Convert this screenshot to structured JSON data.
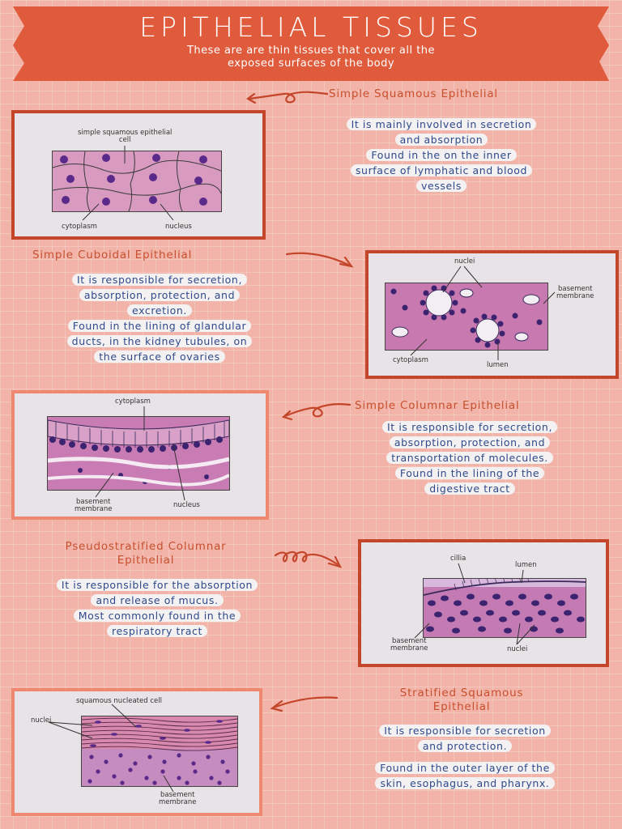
{
  "banner": {
    "title": "EPITHELIAL TISSUES",
    "subtitle_line1": "These are are thin tissues that cover all the",
    "subtitle_line2": "exposed surfaces of the body"
  },
  "colors": {
    "background": "#f2b3a8",
    "banner": "#e05a3c",
    "heading": "#c7502e",
    "body_text": "#2f4a8a",
    "frame_dark": "#c4462a",
    "frame_light": "#ef8870"
  },
  "sections": [
    {
      "heading": "Simple Squamous Epithelial",
      "text_lines": [
        "It is mainly involved in secretion",
        "and absorption",
        "Found in the on the inner",
        "surface of lymphatic and blood",
        "vessels"
      ],
      "labels": [
        "simple squamous epithelial",
        "cell",
        "cytoplasm",
        "nucleus"
      ]
    },
    {
      "heading": "Simple Cuboidal Epithelial",
      "text_lines": [
        "It is responsible for secretion,",
        "absorption, protection, and",
        "excretion.",
        "Found in the lining of glandular",
        "ducts, in the kidney tubules, on",
        "the surface of ovaries"
      ],
      "labels": [
        "nuclei",
        "basement",
        "membrane",
        "cytoplasm",
        "lumen"
      ]
    },
    {
      "heading": "Simple Columnar Epithelial",
      "text_lines": [
        "It is responsible for secretion,",
        "absorption, protection, and",
        "transportation of molecules.",
        "Found in the lining of the",
        "digestive tract"
      ],
      "labels": [
        "cytoplasm",
        "basement",
        "membrane",
        "nucleus"
      ]
    },
    {
      "heading_line1": "Pseudostratified Columnar",
      "heading_line2": "Epithelial",
      "text_lines": [
        "It is responsible for the absorption",
        "and release of mucus.",
        "Most commonly found in the",
        "respiratory tract"
      ],
      "labels": [
        "cillia",
        "lumen",
        "basement",
        "membrane",
        "nuclei"
      ]
    },
    {
      "heading_line1": "Stratified Squamous",
      "heading_line2": "Epithelial",
      "text_lines": [
        "It is responsible for secretion",
        "and protection.",
        "Found in the outer layer of the",
        "skin, esophagus, and pharynx."
      ],
      "labels": [
        "squamous nucleated cell",
        "nuclei",
        "basement",
        "membrane"
      ]
    }
  ]
}
